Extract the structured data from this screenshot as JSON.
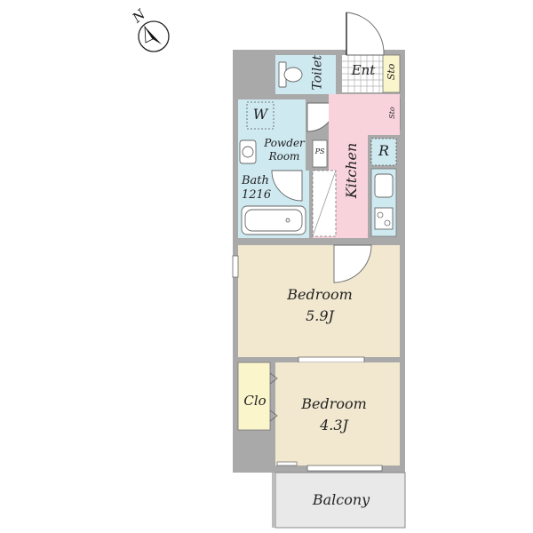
{
  "compass": {
    "north_label": "N"
  },
  "rooms": {
    "entrance": {
      "label": "Ent"
    },
    "storage_top": {
      "label": "Sto"
    },
    "storage_small": {
      "label": "Sto"
    },
    "toilet": {
      "label": "Toilet"
    },
    "washer": {
      "label": "W"
    },
    "powder_room": {
      "line1": "Powder",
      "line2": "Room"
    },
    "pipe_space": {
      "label": "PS"
    },
    "kitchen": {
      "label": "Kitchen"
    },
    "refrigerator": {
      "label": "R"
    },
    "bath": {
      "line1": "Bath",
      "line2": "1216"
    },
    "bedroom1": {
      "name": "Bedroom",
      "size": "5.9J"
    },
    "bedroom2": {
      "name": "Bedroom",
      "size": "4.3J"
    },
    "closet": {
      "label": "Clo"
    },
    "balcony": {
      "label": "Balcony"
    }
  },
  "colors": {
    "wall": "#a9a9a9",
    "wet_area": "#cfe9f1",
    "kitchen": "#f8d3dc",
    "bedroom": "#f1e8cf",
    "closet": "#fbf5cc",
    "storage": "#fbf5cc",
    "balcony": "#e9e9e9"
  }
}
